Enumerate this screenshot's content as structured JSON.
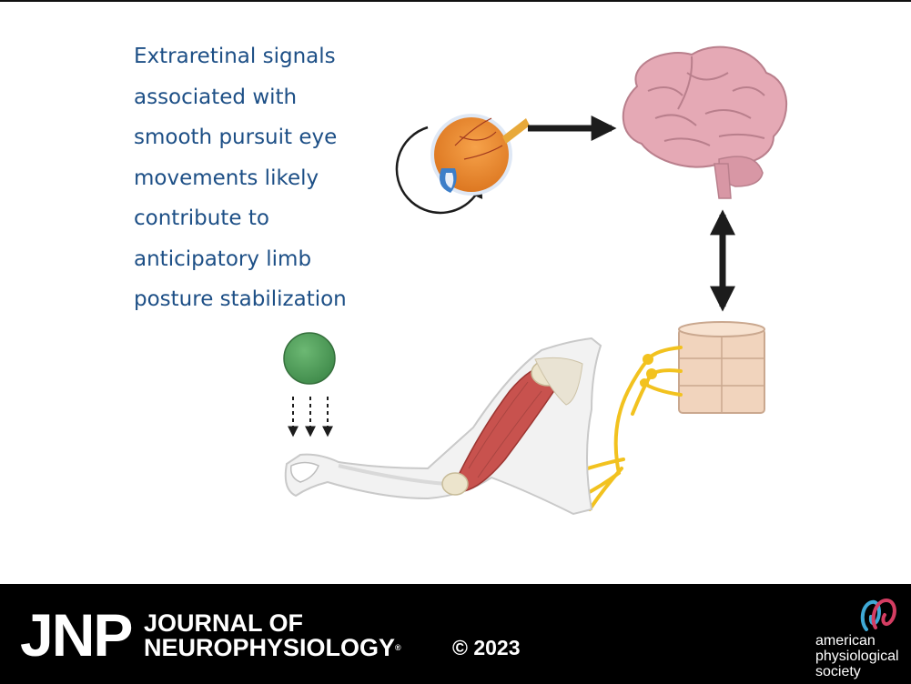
{
  "caption": {
    "lines": [
      "Extraretinal signals",
      "associated with",
      "smooth pursuit eye",
      "movements likely",
      "contribute to",
      "anticipatory limb",
      "posture stabilization"
    ]
  },
  "footer": {
    "logo_text": "JNP",
    "journal_line1": "JOURNAL OF",
    "journal_line2": "NEUROPHYSIOLOGY",
    "registered_mark": "®",
    "copyright": "© 2023",
    "publisher_lines": [
      "american",
      "physiological",
      "society"
    ]
  },
  "colors": {
    "caption_text": "#1d4f86",
    "footer_bg": "#000000",
    "brain": "#e5a9b5",
    "eye": "#ef8a2a",
    "ball": "#4f9e5a",
    "muscle": "#c8524e",
    "nerve": "#f2c21f",
    "spinal_cord": "#f1d4bd",
    "arrow": "#1c1c1c"
  },
  "icons": [
    "eye-icon",
    "brain-icon",
    "spinal-cord-icon",
    "ball-icon",
    "arm-icon",
    "aps-logo-icon"
  ]
}
